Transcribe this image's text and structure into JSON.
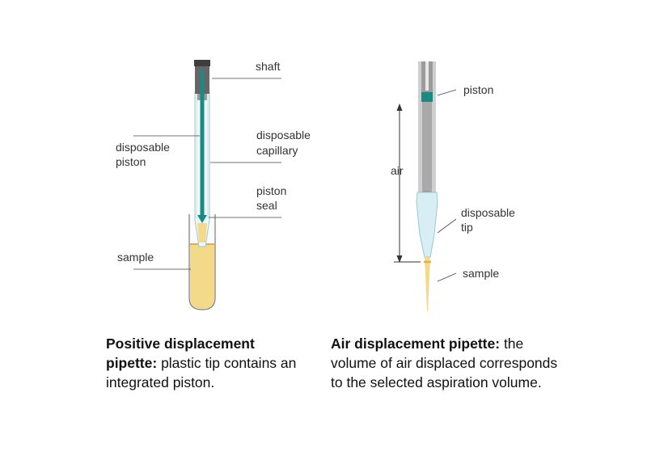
{
  "left": {
    "labels": {
      "shaft": "shaft",
      "disposable_capillary_1": "disposable",
      "disposable_capillary_2": "capillary",
      "disposable_piston_1": "disposable",
      "disposable_piston_2": "piston",
      "piston_seal_1": "piston",
      "piston_seal_2": "seal",
      "sample": "sample"
    },
    "caption": {
      "bold": "Positive displacement pipette:",
      "text": " plastic tip contains an integrated piston."
    }
  },
  "right": {
    "labels": {
      "piston": "piston",
      "air": "air",
      "disposable_tip_1": "disposable",
      "disposable_tip_2": "tip",
      "sample": "sample"
    },
    "caption": {
      "bold": "Air displacement pipette:",
      "text": " the volume of air displaced corresponds to the selected aspiration volume."
    }
  },
  "colors": {
    "teal": "#1a8a85",
    "sample": "#f3d98a",
    "sample_edge": "#e0b040",
    "shaft_dark": "#555555",
    "tip_blue": "#d6eef4"
  }
}
